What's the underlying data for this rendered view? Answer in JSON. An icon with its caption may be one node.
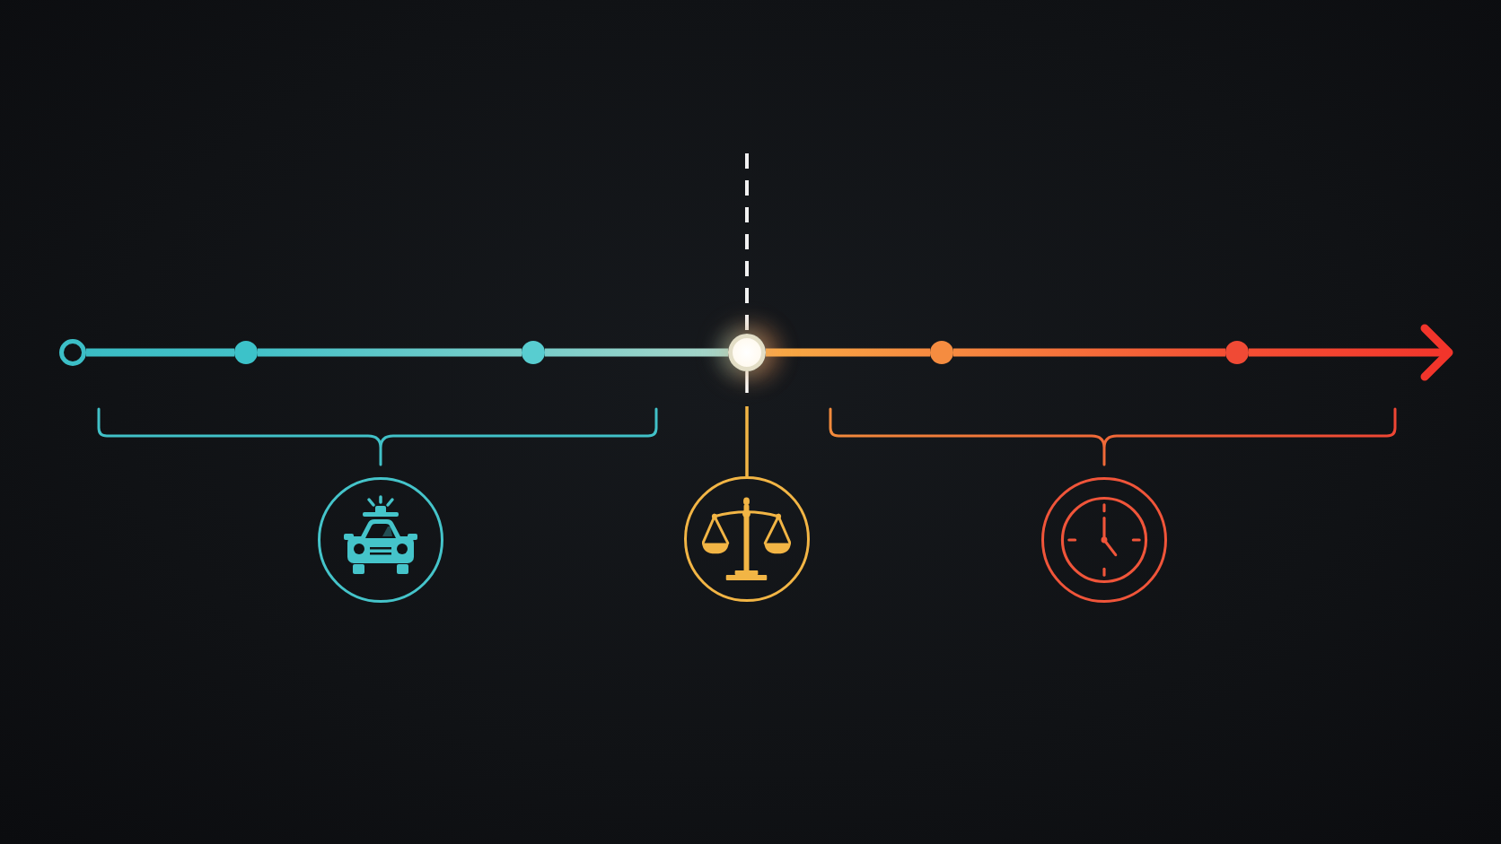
{
  "diagram": {
    "nodes": [
      {
        "text": [],
        "shape": "circle"
      },
      {
        "text": [],
        "shape": "circle"
      },
      {
        "text": [],
        "shape": "circle"
      },
      {
        "text": [],
        "shape": "circle"
      },
      {
        "text": [],
        "shape": "circle"
      },
      {
        "text": [],
        "shape": "circle"
      },
      {
        "text": [],
        "shape": "circle"
      },
      {
        "text": [],
        "shape": "circle"
      },
      {
        "text": [],
        "shape": "circle"
      }
    ],
    "edges": [
      {
        "from": 0,
        "to": 1,
        "arrow": "none",
        "color": "#3abcc4"
      },
      {
        "from": 1,
        "to": 2,
        "arrow": "none",
        "color": "#4cc6cb"
      },
      {
        "from": 2,
        "to": 3,
        "arrow": "none",
        "color": "#a9d6c9"
      },
      {
        "from": 3,
        "to": 4,
        "arrow": "none",
        "color": "#f8ad45"
      },
      {
        "from": 4,
        "to": 5,
        "arrow": "none",
        "color": "#f6663a"
      },
      {
        "from": 5,
        "to": null,
        "arrow": "to",
        "color": "#f2352b"
      },
      {
        "from": null,
        "to": 3,
        "arrow": "none",
        "style": "dashed",
        "color": "#f2f2f2"
      },
      {
        "from": 3,
        "to": 7,
        "arrow": "none",
        "color": "#f2b545"
      }
    ]
  }
}
